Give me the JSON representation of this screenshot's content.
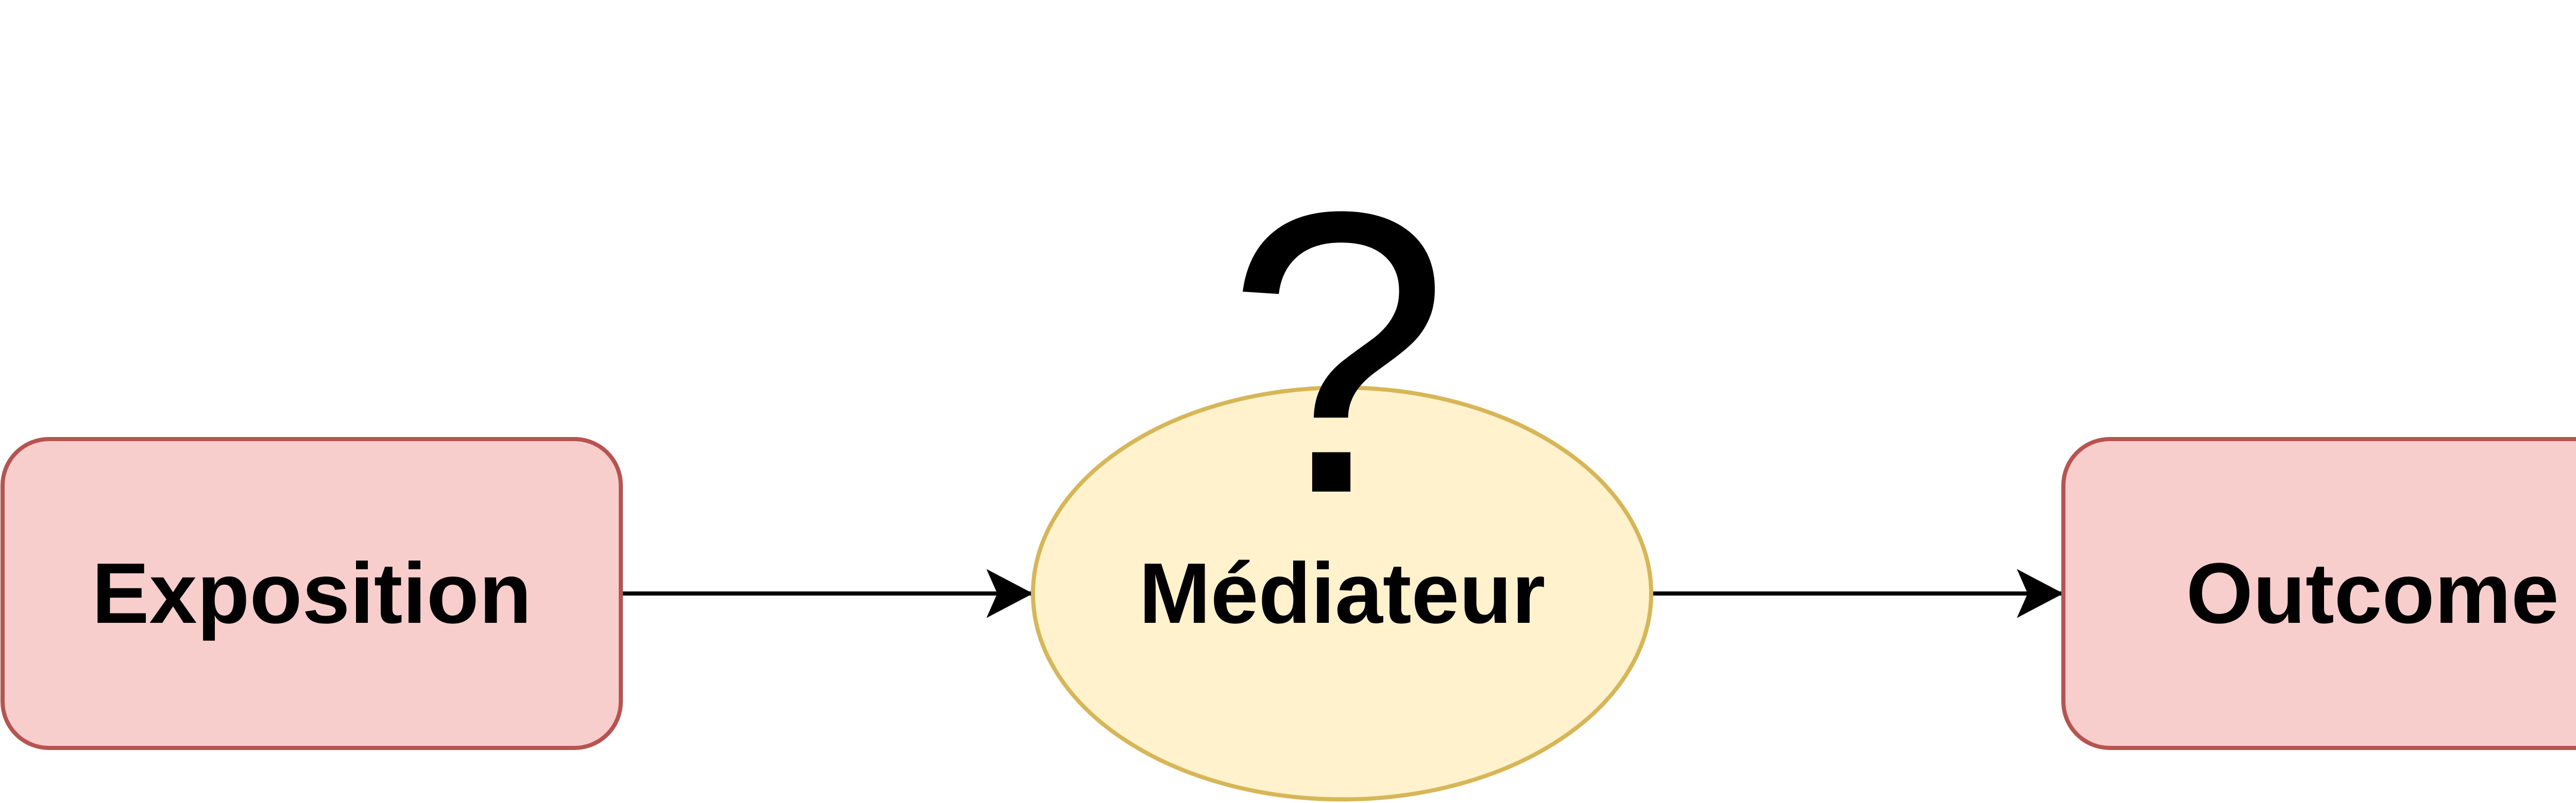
{
  "diagram": {
    "nodes": {
      "exposure": {
        "label": "Exposition",
        "fill": "#f8cecc",
        "stroke": "#b85450",
        "shape": "rounded-rectangle"
      },
      "mediator": {
        "label": "Médiateur",
        "fill": "#fff2cc",
        "stroke": "#d6b656",
        "shape": "ellipse"
      },
      "outcome": {
        "label": "Outcome",
        "fill": "#f8cecc",
        "stroke": "#b85450",
        "shape": "rounded-rectangle"
      }
    },
    "annotation": {
      "text": "?"
    },
    "edges": [
      {
        "from": "Exposition",
        "to": "Médiateur",
        "color": "#000000"
      },
      {
        "from": "Médiateur",
        "to": "Outcome",
        "color": "#000000"
      }
    ]
  }
}
